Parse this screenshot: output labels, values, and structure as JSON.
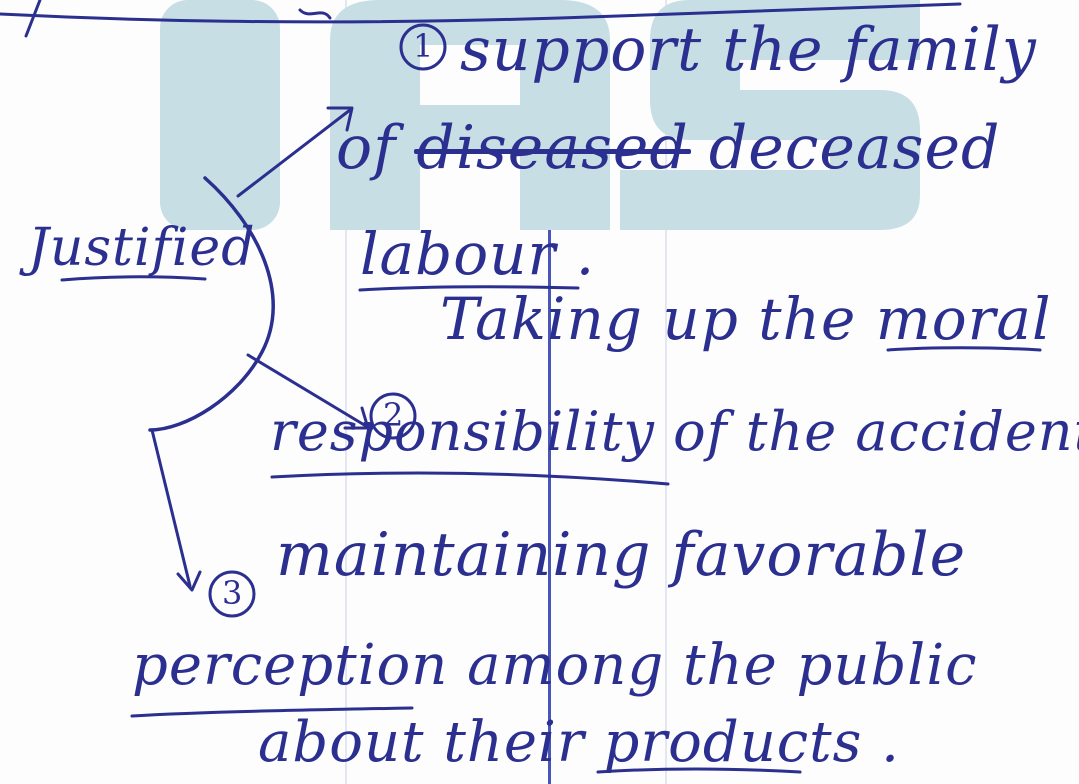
{
  "colors": {
    "ink": "#2b2f8f",
    "watermark": "#c7dee4",
    "margin_rule": "#4a55b8",
    "faint_rule": "#dfe2ee"
  },
  "watermark": {
    "text": "IAS",
    "style": "large rounded block letters, pale teal-grey"
  },
  "notes": {
    "heading_word": "Justified",
    "points": [
      {
        "marker": "1",
        "line1": "support the family",
        "line2_prefix": "of",
        "struck_word": "diseased",
        "line2_word": "deceased",
        "line3": "labour ."
      },
      {
        "marker": "2",
        "line1": "Taking up the moral",
        "line2": "responsibility of the accident."
      },
      {
        "marker": "3",
        "line1": "maintaining favorable",
        "line2": "perception among the public",
        "line3": "about their products ."
      }
    ]
  }
}
